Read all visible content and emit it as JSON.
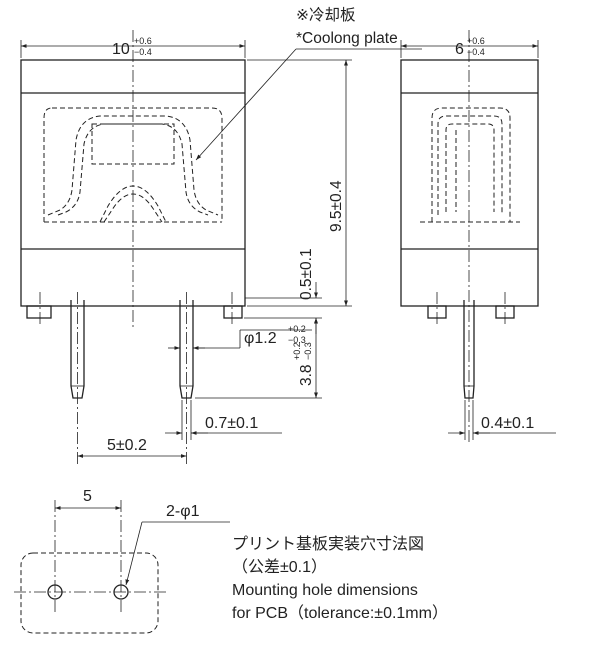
{
  "labels": {
    "cooling_plate_jp": "※冷却板",
    "cooling_plate_en": "*Coolong plate",
    "width_front": "10",
    "width_front_plus": "+0.6",
    "width_front_minus": "−0.4",
    "width_side": "6",
    "width_side_plus": "+0.6",
    "width_side_minus": "−0.4",
    "height_body": "9.5±0.4",
    "standoff": "0.5±0.1",
    "pin_dia": "φ1.2",
    "pin_dia_plus": "+0.2",
    "pin_dia_minus": "−0.3",
    "pin_len": "3.8",
    "pin_len_plus": "+0.2",
    "pin_len_minus": "−0.3",
    "pin_tip": "0.7±0.1",
    "pin_pitch": "5±0.2",
    "pin_side": "0.4±0.1",
    "pcb_pitch": "5",
    "pcb_hole": "2-φ1"
  },
  "pcb_note": {
    "line1": "プリント基板実装穴寸法図",
    "line2": "（公差±0.1）",
    "line3": "Mounting hole dimensions",
    "line4": "for PCB（tolerance:±0.1mm）"
  }
}
